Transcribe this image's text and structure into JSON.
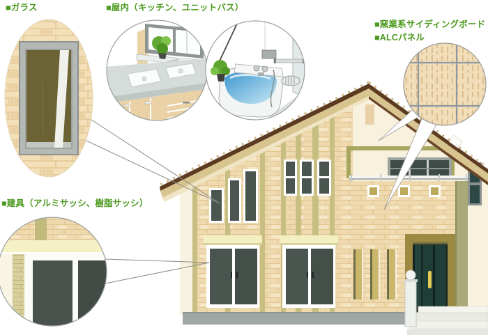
{
  "diagram_title": "house-materials-callout-diagram",
  "labels": {
    "glass": "■ガラス",
    "indoor": "■屋内（キッチン、ユニットバス）",
    "siding_board": "■窯業系サイディングボード",
    "alc_panel": "■ALCパネル",
    "fittings": "■建具（アルミサッシ、樹脂サッシ）"
  },
  "callouts": [
    {
      "name": "glass-closeup",
      "depicts": "window glass in brick wall"
    },
    {
      "name": "kitchen-closeup",
      "depicts": "kitchen sink with window and plant"
    },
    {
      "name": "unit-bath-closeup",
      "depicts": "unit bath with tub, stool and plant"
    },
    {
      "name": "siding-texture-closeup",
      "depicts": "ceramic siding board / ALC panel texture"
    },
    {
      "name": "sash-closeup",
      "depicts": "aluminum / resin window sash"
    }
  ],
  "colors": {
    "label_green": "#4b991e",
    "wall_cream": "#f7f1de",
    "brick_tan": "#efdab0",
    "accent_olive": "#c7bf81",
    "roof_brown": "#5c3a1f",
    "roof_fascia": "#d8c48f",
    "window_glass": "#4b5550",
    "glass_olive": "#6c6335",
    "water_blue": "#4fa5d8",
    "plant_green": "#5fa62f",
    "door_teal": "#1f3e38",
    "entrance_brown": "#9c8a42",
    "foundation_gray": "#a1a7a5",
    "grid_gray_blue": "#8e99a4"
  }
}
